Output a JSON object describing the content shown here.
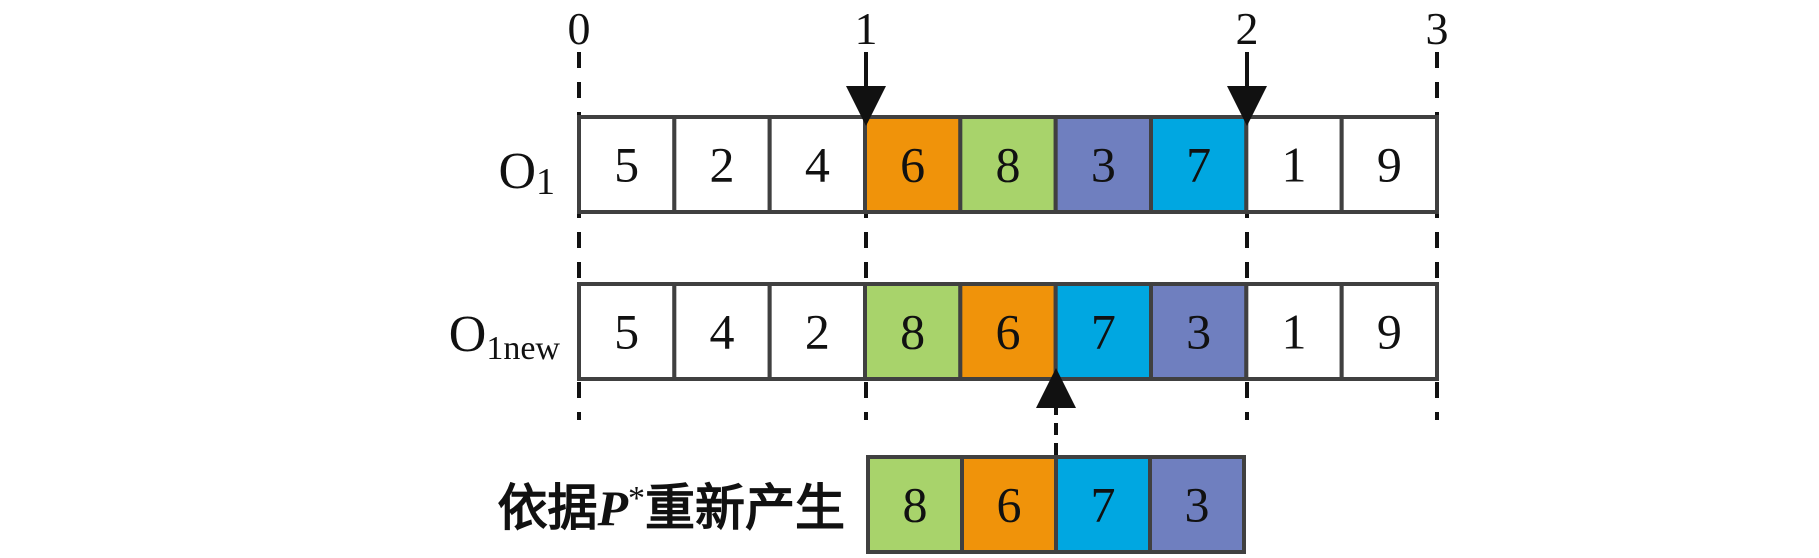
{
  "scale": {
    "ticks": [
      "0",
      "1",
      "2",
      "3"
    ]
  },
  "rows": [
    {
      "label": "O",
      "label_sub": "1",
      "cells": [
        {
          "value": "5",
          "color": "#ffffff"
        },
        {
          "value": "2",
          "color": "#ffffff"
        },
        {
          "value": "4",
          "color": "#ffffff"
        },
        {
          "value": "6",
          "color": "#f0930a"
        },
        {
          "value": "8",
          "color": "#a8d36b"
        },
        {
          "value": "3",
          "color": "#6f7fbf"
        },
        {
          "value": "7",
          "color": "#00a7e1"
        },
        {
          "value": "1",
          "color": "#ffffff"
        },
        {
          "value": "9",
          "color": "#ffffff"
        }
      ]
    },
    {
      "label": "O",
      "label_sub": "1new",
      "cells": [
        {
          "value": "5",
          "color": "#ffffff"
        },
        {
          "value": "4",
          "color": "#ffffff"
        },
        {
          "value": "2",
          "color": "#ffffff"
        },
        {
          "value": "8",
          "color": "#a8d36b"
        },
        {
          "value": "6",
          "color": "#f0930a"
        },
        {
          "value": "7",
          "color": "#00a7e1"
        },
        {
          "value": "3",
          "color": "#6f7fbf"
        },
        {
          "value": "1",
          "color": "#ffffff"
        },
        {
          "value": "9",
          "color": "#ffffff"
        }
      ]
    }
  ],
  "regen": {
    "label_prefix": "依据",
    "label_var": "P",
    "label_sup": "*",
    "label_suffix": "重新产生",
    "cells": [
      {
        "value": "8",
        "color": "#a8d36b"
      },
      {
        "value": "6",
        "color": "#f0930a"
      },
      {
        "value": "7",
        "color": "#00a7e1"
      },
      {
        "value": "3",
        "color": "#6f7fbf"
      }
    ]
  },
  "colors": {
    "stroke": "#404040",
    "dash": "#111111",
    "text": "#111111"
  }
}
